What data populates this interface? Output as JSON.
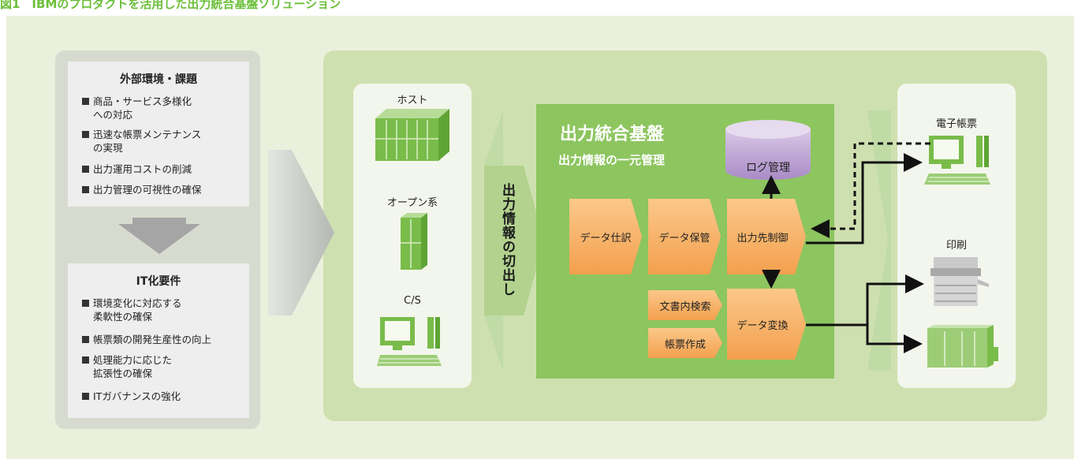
{
  "figure_title": "図1　IBMのプロダクトを活用した出力統合基盤ソリューション",
  "colors": {
    "green_title": "#6cbf3a",
    "core_green": "#8dc55f",
    "panel_green": "#cfe0b0",
    "orange_top": "#fbc88a",
    "orange_bottom": "#f3a04e",
    "db_purple": "#c2a8d8"
  },
  "external": {
    "title": "外部環境・課題",
    "items": [
      [
        "商品・サービス多様化",
        "への対応"
      ],
      [
        "迅速な帳票メンテナンス",
        "の実現"
      ],
      [
        "出力運用コストの削減"
      ],
      [
        "出力管理の可視性の確保"
      ]
    ]
  },
  "it_requirements": {
    "title": "IT化要件",
    "items": [
      [
        "環境変化に対応する",
        "柔軟性の確保"
      ],
      [
        "帳票類の開発生産性の向上"
      ],
      [
        "処理能力に応じた",
        "拡張性の確保"
      ],
      [
        "ITガバナンスの強化"
      ]
    ]
  },
  "sources": {
    "host": "ホスト",
    "open": "オープン系",
    "cs": "C/S"
  },
  "cutout_label": "出力情報の切出し",
  "platform": {
    "title": "出力統合基盤",
    "subtitle": "出力情報の一元管理",
    "log": "ログ管理",
    "steps": {
      "sort": "データ仕訳",
      "store": "データ保管",
      "control": "出力先制御",
      "search": "文書内検索",
      "form": "帳票作成",
      "convert": "データ変換"
    }
  },
  "destinations": {
    "electronic": "電子帳票",
    "print": "印刷"
  }
}
